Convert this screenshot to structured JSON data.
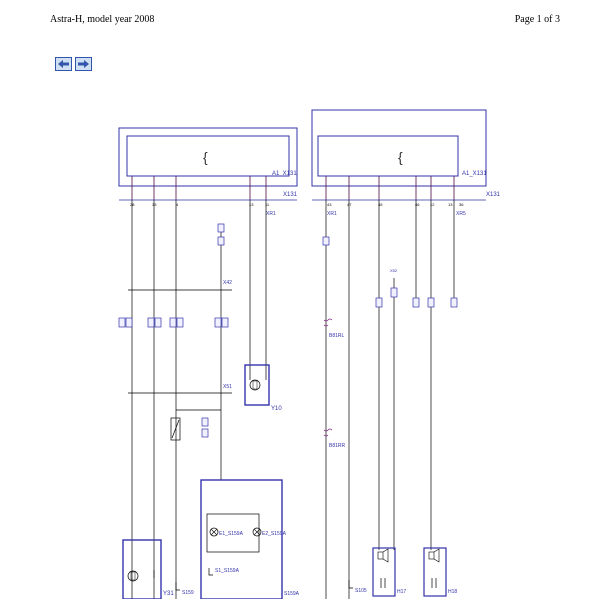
{
  "header": {
    "title": "Astra-H, model year 2008",
    "page": "Page 1 of 3"
  },
  "nav": {
    "back_icon": "arrow-left-icon",
    "forward_icon": "arrow-right-icon"
  },
  "diagram": {
    "left_unit": {
      "bracket": "{",
      "connector": "A1_X131",
      "connector_side": "X131",
      "pin_labels": [
        "28",
        "33",
        "4",
        "13",
        "11"
      ]
    },
    "right_unit": {
      "bracket": "{",
      "connector": "A1_X131",
      "connector_side": "X131",
      "pin_labels": [
        "43",
        "47",
        "45",
        "46",
        "12",
        "13",
        "36"
      ]
    },
    "connectors": {
      "xr1_left": "XR1",
      "xr1_right": "XR1",
      "xr5": "XR5",
      "x42": "X42",
      "x51": "X51",
      "x52": "X52"
    },
    "splices": {
      "b81rl": "B81RL",
      "b81rr": "B81RR"
    },
    "components": {
      "y10": "Y10",
      "y31": "Y31",
      "s159": "S159",
      "e1": "E1_S159A",
      "e2": "E2_S159A",
      "s1": "S1_S159A",
      "s159a": "S159A",
      "s105": "S105",
      "h17": "H17",
      "h18": "H18"
    },
    "colors": {
      "frame": "#3333aa",
      "wire": "#000000",
      "wire_alt": "#8a2a8a",
      "box_fill": "#f0f0ff"
    }
  }
}
